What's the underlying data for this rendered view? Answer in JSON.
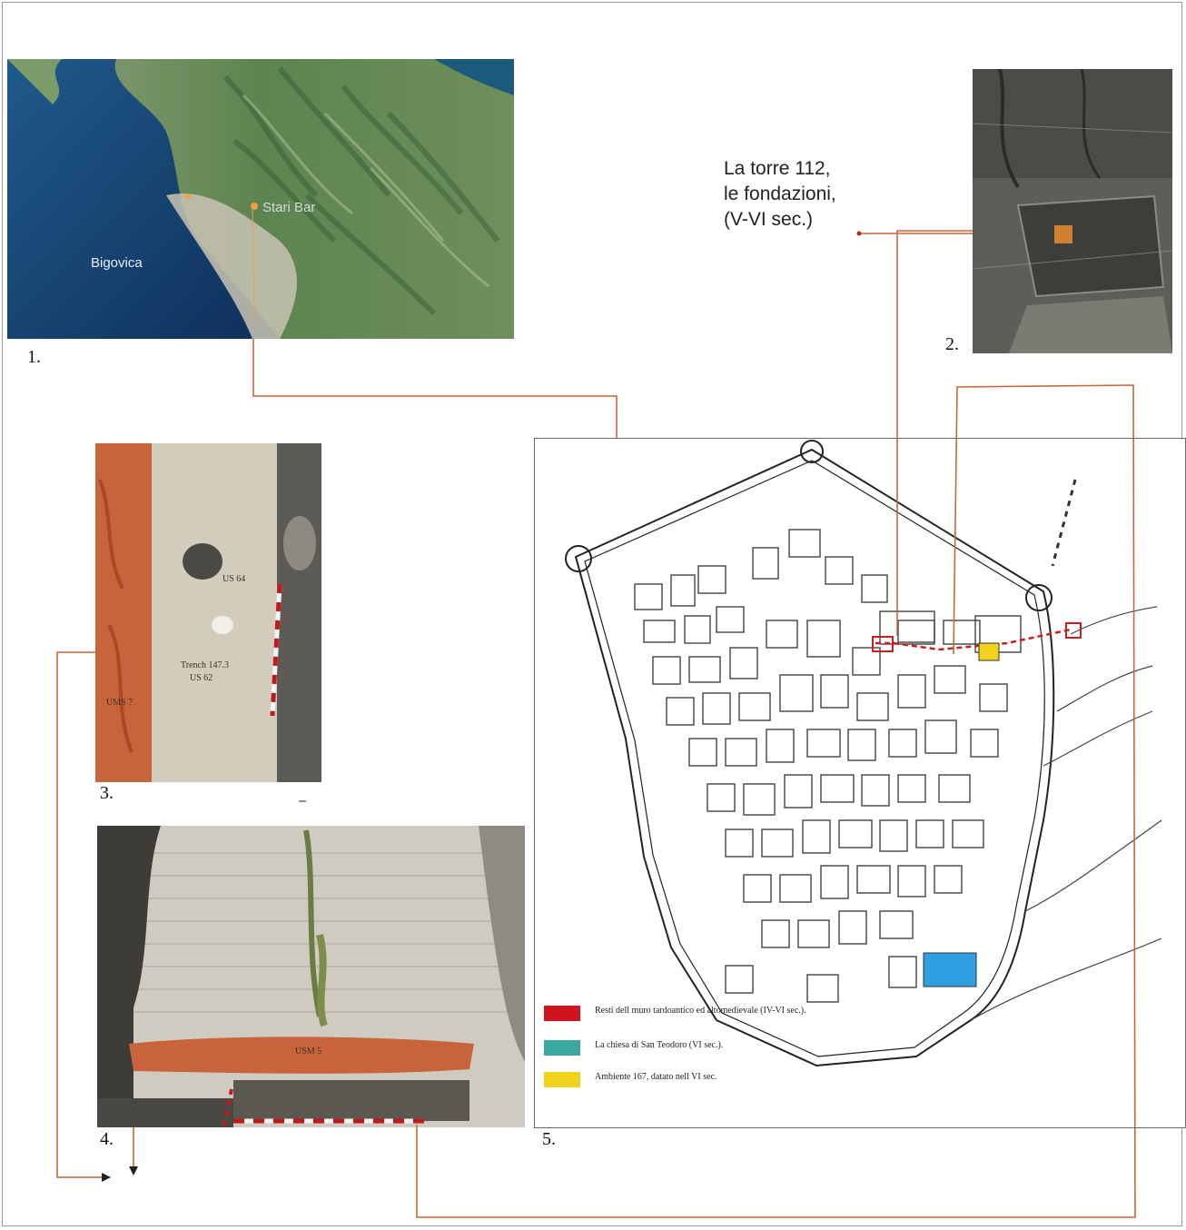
{
  "panels": {
    "satellite": {
      "number": "1.",
      "places": [
        "Bigovica",
        "Stari Bar"
      ]
    },
    "tower_photo": {
      "number": "2.",
      "caption_lines": [
        "La torre 112,",
        "le fondazioni,",
        "(V-VI sec.)"
      ]
    },
    "trench_photo": {
      "number": "3.",
      "labels": [
        "UMS 7",
        "US 64",
        "Trench 147.3",
        "US 62"
      ]
    },
    "wall_photo": {
      "number": "4.",
      "labels": [
        "USM 5"
      ]
    },
    "plan": {
      "number": "5.",
      "legend": [
        {
          "text": "Resti dell muro tardoantico ed altomedievale (IV-VI sec.).",
          "color": "#d0141e"
        },
        {
          "text": "La chiesa di San Teodoro (VI sec.).",
          "color": "#3aa8a0"
        },
        {
          "text": "Ambiente 167, datato nell VI sec.",
          "color": "#f0d21a"
        }
      ]
    }
  },
  "colors": {
    "connector": "#c8673a",
    "marker_red": "#c81e1e",
    "church_blue": "#2e9fe0",
    "room_yellow": "#f2d21c",
    "mortar_band": "#c8643c"
  }
}
